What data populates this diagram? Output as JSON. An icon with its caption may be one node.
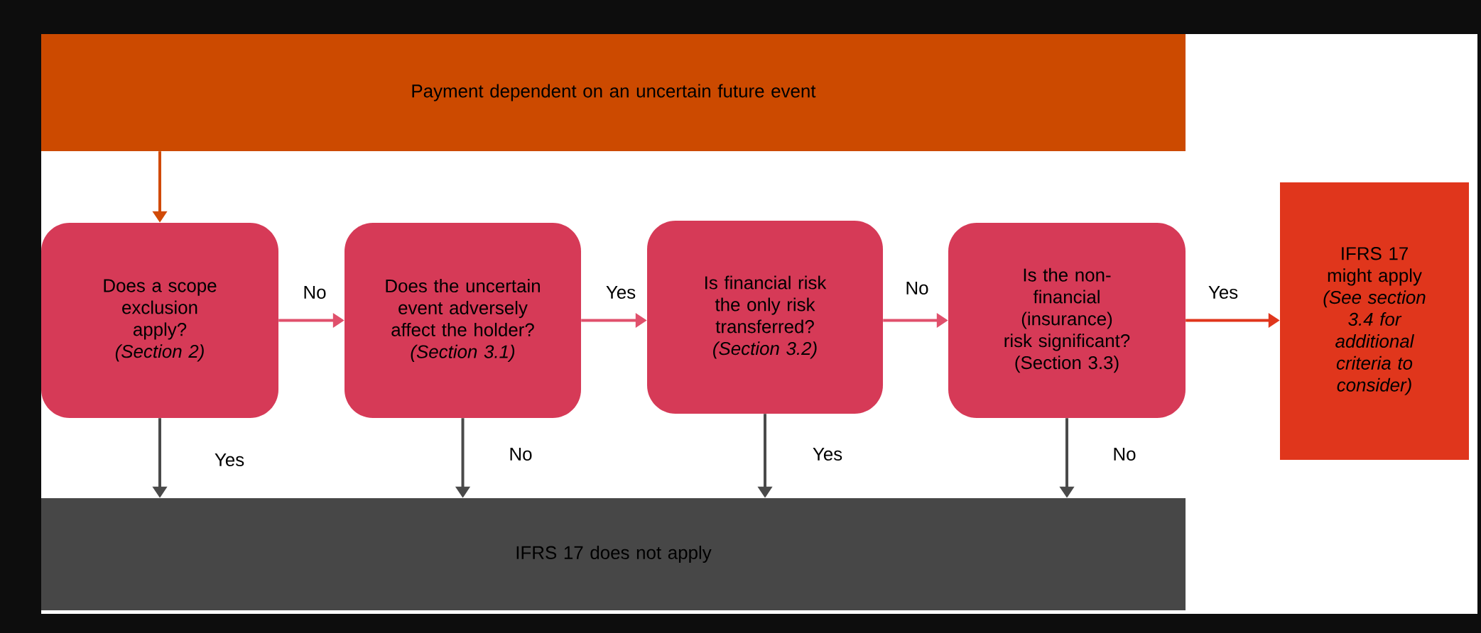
{
  "diagram": {
    "nodes": [
      {
        "text": [
          "Payment dependent on an uncertain future event"
        ]
      },
      {
        "text": [
          "Does a scope exclusion apply? *(Section 2)*"
        ]
      },
      {
        "text": [
          "Does the uncertain event adversely affect the holder? *(Section 3.1)*"
        ]
      },
      {
        "text": [
          "Is financial risk the only risk transferred? *(Section 3.2)*"
        ]
      },
      {
        "text": [
          "Is the non-financial (insurance) risk significant? (Section 3.3)"
        ]
      },
      {
        "text": [
          "IFRS 17 might apply *(See section 3.4 for additional criteria to consider)*"
        ]
      },
      {
        "text": [
          "IFRS 17 does not apply"
        ]
      }
    ],
    "edges": [
      {
        "from": 0,
        "to": 1,
        "arrow": "to",
        "color": "#d14a06"
      },
      {
        "from": 1,
        "to": 2,
        "arrow": "to",
        "label": "No",
        "color": "#e0506c"
      },
      {
        "from": 2,
        "to": 3,
        "arrow": "to",
        "label": "Yes",
        "color": "#e0506c"
      },
      {
        "from": 3,
        "to": 4,
        "arrow": "to",
        "label": "No",
        "color": "#e0506c"
      },
      {
        "from": 4,
        "to": 5,
        "arrow": "to",
        "label": "Yes",
        "color": "#e0361c"
      },
      {
        "from": 1,
        "to": 6,
        "arrow": "to",
        "label": "Yes",
        "color": "#4a4a4a"
      },
      {
        "from": 2,
        "to": 6,
        "arrow": "to",
        "label": "No",
        "color": "#4a4a4a"
      },
      {
        "from": 3,
        "to": 6,
        "arrow": "to",
        "label": "Yes",
        "color": "#4a4a4a"
      },
      {
        "from": 4,
        "to": 6,
        "arrow": "to",
        "label": "No",
        "color": "#4a4a4a"
      }
    ]
  }
}
